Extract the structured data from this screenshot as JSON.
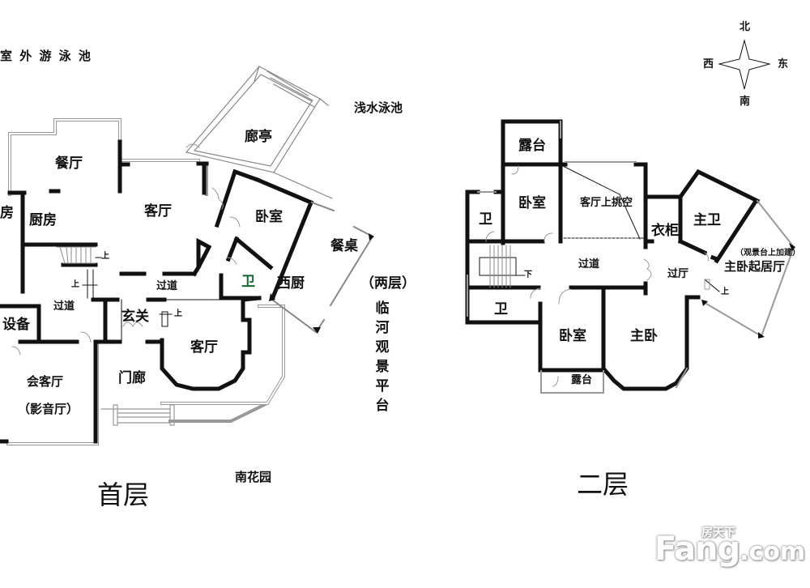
{
  "ground_floor": {
    "title": "首层",
    "labels": {
      "outdoor_pool": "室 外 游 泳 池",
      "shallow_pool": "浅水泳池",
      "pavilion": "廊亭",
      "dining_room": "餐厅",
      "kitchen": "厨房",
      "left_room_partial": "房",
      "living_room_upper": "客厅",
      "bedroom": "卧室",
      "dining_table": "餐桌",
      "bathroom": "卫",
      "western_kitchen": "西厨",
      "two_story_note": "（两层）",
      "riverside_platform": "临河观景平台",
      "corridor_center": "过道",
      "corridor_left": "过道",
      "equipment_room": "设备",
      "foyer": "玄关",
      "living_room_lower": "客厅",
      "reception_room": "会客厅",
      "home_theater_note": "（影音厅）",
      "porch": "门廊",
      "south_garden": "南花园",
      "stair_up_1": "上",
      "stair_up_2": "上",
      "stair_up_3": "上"
    }
  },
  "second_floor": {
    "title": "二层",
    "labels": {
      "terrace_top": "露台",
      "bedroom_top": "卧室",
      "living_void": "客厅上挑空",
      "wardrobe": "衣柜",
      "master_bath": "主卫",
      "bath_left": "卫",
      "corridor": "过道",
      "hall": "过厅",
      "stair_down": "下",
      "bath_lower": "卫",
      "bedroom_lower": "卧室",
      "master_bedroom": "主卧",
      "terrace_bottom": "露台",
      "master_lounge_note": "（观景台上加建）",
      "master_lounge": "主卧起居厅",
      "step_up": "上"
    }
  },
  "compass": {
    "north": "北",
    "south": "南",
    "east": "东",
    "west": "西"
  },
  "watermark": {
    "brand_cn": "房天下",
    "brand_main": "Fang",
    "brand_suffix": ".com"
  }
}
